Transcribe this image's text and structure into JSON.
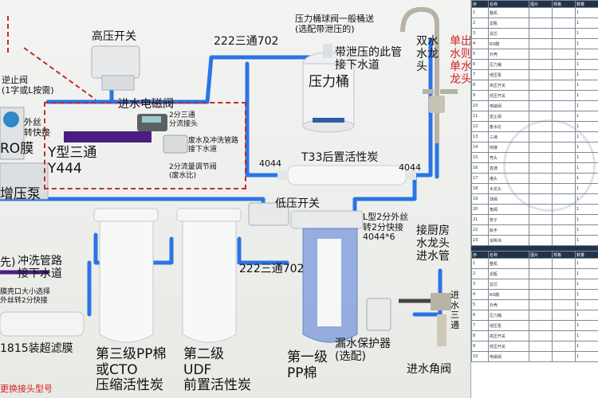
{
  "labels": {
    "high_pressure_switch": "高压开关",
    "tee_top": "222三通702",
    "tank_valve_note": "压力桶球阀一般桶送\n(选配带泄压的)",
    "tank_relief_note": "带泄压的此管\n接下水道",
    "pressure_tank": "压力桶",
    "faucet": "双水\n水龙\n头",
    "faucet_note": "单出\n水则\n单水\n龙头",
    "check_valve": "逆止阀\n(1字或L按需)",
    "solenoid": "进水电磁阀",
    "solenoid_note": "2分三通\n分流接头",
    "flush_note": "废水及冲洗管路\n接下水道",
    "flow_note": "2分流量调节阀\n(废水比)",
    "outer_thread": "外丝\n转快接",
    "ro_membrane": "RO膜",
    "y_tee": "Y型三通\nY444",
    "fitting_left": "4044",
    "t33": "T33后置活性炭",
    "fitting_right": "4044",
    "booster_pump": "增压泵",
    "low_pressure_switch": "低压开关",
    "l_fitting": "L型2分外丝\n转2分快接\n4044*6",
    "kitchen_inlet": "接厨房\n水龙头\n进水管",
    "flush_drain": "冲洗管路\n接下水道",
    "uf_note": "膜壳口大小选择\n外丝转2分快接",
    "tee_bottom": "222三通702",
    "inlet_tee": "进\n水\n三\n通",
    "uf_membrane": "1815装超滤膜",
    "stage3": "第三级PP棉\n或CTO\n压缩活性炭",
    "stage2": "第二级\nUDF\n前置活性炭",
    "stage1": "第一级\nPP棉",
    "leak_guard": "漏水保护器\n(选配)",
    "angle_valve": "进水角阀",
    "bottom_note": "更换接头型号",
    "plus_text": "先)"
  },
  "parts_sheet": {
    "rows_top": [
      "1",
      "2",
      "3",
      "4",
      "5",
      "6",
      "7",
      "8",
      "9",
      "10",
      "11",
      "12",
      "13",
      "14",
      "15",
      "16",
      "17",
      "18",
      "19",
      "20",
      "21",
      "22",
      "23"
    ],
    "rows_bottom": [
      "1",
      "2",
      "3",
      "4",
      "5",
      "6",
      "7",
      "8",
      "9",
      "10"
    ],
    "cells": [
      "整机",
      "滤瓶",
      "滤芯",
      "RO膜",
      "外壳",
      "压力桶",
      "增压泵",
      "高压开关",
      "低压开关",
      "电磁阀",
      "逆止阀",
      "废水比",
      "三通",
      "快接",
      "弯头",
      "直通",
      "堵头",
      "水龙头",
      "球阀",
      "角阀",
      "管子",
      "扳手",
      "说明书"
    ]
  },
  "colors": {
    "pipe": "#1e6fe0",
    "red_text": "#d61f1f",
    "dashed": "#c52a2a"
  }
}
